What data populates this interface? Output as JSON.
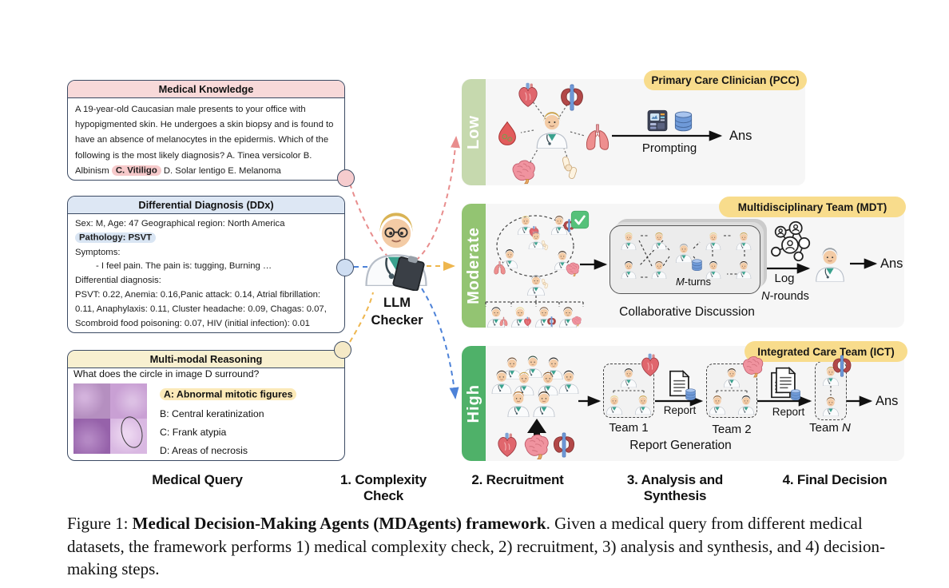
{
  "colors": {
    "header_pink": "#f8d9d9",
    "header_blue": "#dde7f4",
    "header_yellow": "#f8f0d0",
    "badge_yellow": "#f8dc8c",
    "low_green": "#c6d9ae",
    "moderate_green": "#93c472",
    "high_green": "#4fb169",
    "dashed_red": "#e88d8d",
    "dashed_blue": "#4d82d8",
    "dashed_yellow": "#eeb64e",
    "panel_gray": "#f6f6f6"
  },
  "query_boxes": {
    "medical_knowledge": {
      "title": "Medical Knowledge",
      "text_before": "A 19-year-old Caucasian male presents to your office with hypopigmented skin. He undergoes a skin biopsy and is found to have an absence of melanocytes in the epidermis. Which of the following is the most likely diagnosis? A. Tinea versicolor B. Albinism",
      "highlight": "C. Vitiligo",
      "text_after": " D. Solar lentigo E. Melanoma"
    },
    "ddx": {
      "title": "Differential Diagnosis (DDx)",
      "line1": "Sex: M, Age: 47 Geographical region: North America",
      "pill": "Pathology: PSVT",
      "line2": "Symptoms:",
      "line3": "- I feel pain. The pain is: tugging, Burning …",
      "line4": "Differential diagnosis:",
      "line5": "PSVT: 0.22, Anemia: 0.16,Panic attack: 0.14, Atrial fibrillation: 0.11, Anaphylaxis: 0.11, Cluster headache: 0.09, Chagas: 0.07, Scombroid food poisoning: 0.07, HIV (initial infection): 0.01"
    },
    "multimodal": {
      "title": "Multi-modal Reasoning",
      "question": "What does the circle in image D surround?",
      "option_a": "A: Abnormal mitotic figures",
      "option_b": "B: Central keratinization",
      "option_c": "C: Frank atypia",
      "option_d": "D: Areas of necrosis"
    }
  },
  "checker": {
    "line1": "LLM",
    "line2": "Checker"
  },
  "rows": {
    "low": {
      "level": "Low",
      "badge": "Primary Care Clinician (PCC)",
      "arrow_label": "Prompting",
      "answer": "Ans"
    },
    "moderate": {
      "level": "Moderate",
      "badge": "Multidisciplinary Team (MDT)",
      "turns_italic": "M",
      "turns_rest": "-turns",
      "caption": "Collaborative Discussion",
      "log": "Log",
      "rounds_italic": "N",
      "rounds_rest": "-rounds",
      "answer": "Ans"
    },
    "high": {
      "level": "High",
      "badge": "Integrated Care Team (ICT)",
      "team1": "Team 1",
      "team2": "Team 2",
      "teamn_prefix": "Team ",
      "teamn_italic": "N",
      "report1": "Report",
      "report2": "Report",
      "caption": "Report Generation",
      "answer": "Ans"
    }
  },
  "steps": [
    "Medical Query",
    "1. Complexity Check",
    "2. Recruitment",
    "3. Analysis and Synthesis",
    "4. Final Decision"
  ],
  "caption": {
    "prefix": "Figure 1: ",
    "bold": "Medical Decision-Making Agents (MDAgents) framework",
    "rest": ". Given a medical query from different medical datasets, the framework performs 1) medical complexity check, 2) recruitment, 3) analysis and synthesis, and 4) decision-making steps."
  },
  "icons": {
    "doctor-icon": "clinician figure",
    "elder-doctor-icon": "senior clinician figure",
    "llm-checker-doctor-icon": "doctor with clipboard and glasses",
    "heart-icon": "anatomical heart",
    "brain-icon": "brain",
    "lungs-icon": "lungs",
    "kidneys-icon": "kidneys",
    "blood-drop-icon": "blood drop",
    "knee-joint-icon": "knee joint",
    "database-icon": "database cylinder",
    "document-icon": "report document",
    "dashboard-icon": "prompting screen",
    "agent-network-icon": "network of agents",
    "checkmark-icon": "green check",
    "histopathology-image": "2x2 microscopy panel"
  }
}
